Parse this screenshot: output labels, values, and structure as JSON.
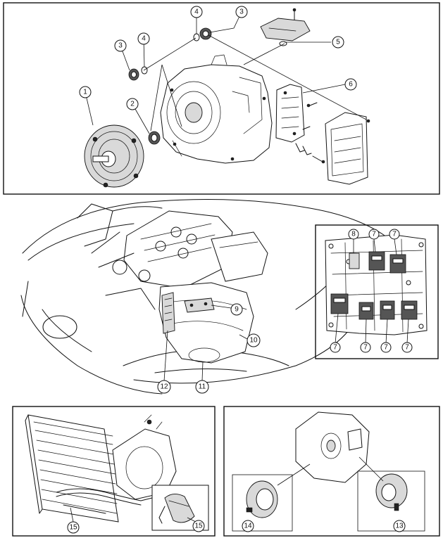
{
  "callouts": [
    {
      "id": "c1",
      "label": "1"
    },
    {
      "id": "c2",
      "label": "2"
    },
    {
      "id": "c3a",
      "label": "3"
    },
    {
      "id": "c3b",
      "label": "3"
    },
    {
      "id": "c4a",
      "label": "4"
    },
    {
      "id": "c4b",
      "label": "4"
    },
    {
      "id": "c5",
      "label": "5"
    },
    {
      "id": "c6",
      "label": "6"
    },
    {
      "id": "c7a",
      "label": "7"
    },
    {
      "id": "c7b",
      "label": "7"
    },
    {
      "id": "c7c",
      "label": "7"
    },
    {
      "id": "c7d",
      "label": "7"
    },
    {
      "id": "c7e",
      "label": "7"
    },
    {
      "id": "c7f",
      "label": "7"
    },
    {
      "id": "c8",
      "label": "8"
    },
    {
      "id": "c9",
      "label": "9"
    },
    {
      "id": "c10",
      "label": "10"
    },
    {
      "id": "c11",
      "label": "11"
    },
    {
      "id": "c12",
      "label": "12"
    },
    {
      "id": "c13",
      "label": "13"
    },
    {
      "id": "c14",
      "label": "14"
    },
    {
      "id": "c15a",
      "label": "15"
    },
    {
      "id": "c15b",
      "label": "15"
    }
  ],
  "colors": {
    "line": "#111111",
    "background": "#ffffff",
    "shade": "#d9d9d9"
  }
}
